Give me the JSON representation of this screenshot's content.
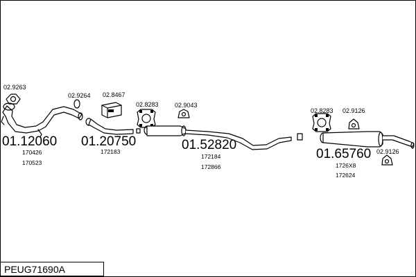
{
  "diagram_code": "PEUG71690A",
  "parts": [
    {
      "id": "front-pipe",
      "number": "01.12060",
      "refs": [
        "170426",
        "170523"
      ]
    },
    {
      "id": "intermediate-pipe",
      "number": "01.20750",
      "refs": [
        "172183"
      ]
    },
    {
      "id": "centre-silencer",
      "number": "01.52820",
      "refs": [
        "172184",
        "172866"
      ]
    },
    {
      "id": "rear-silencer",
      "number": "01.65760",
      "refs": [
        "1726X8",
        "172624"
      ]
    }
  ],
  "accessories": [
    {
      "id": "gasket-1",
      "number": "02.9263"
    },
    {
      "id": "ring-1",
      "number": "02.9264"
    },
    {
      "id": "mounting-kit",
      "number": "02.8467"
    },
    {
      "id": "clamp-1",
      "number": "02.8283"
    },
    {
      "id": "hanger-1",
      "number": "02.9043"
    },
    {
      "id": "clamp-2",
      "number": "02.8283"
    },
    {
      "id": "hanger-2",
      "number": "02.9126"
    },
    {
      "id": "hanger-3",
      "number": "02.9126"
    }
  ]
}
